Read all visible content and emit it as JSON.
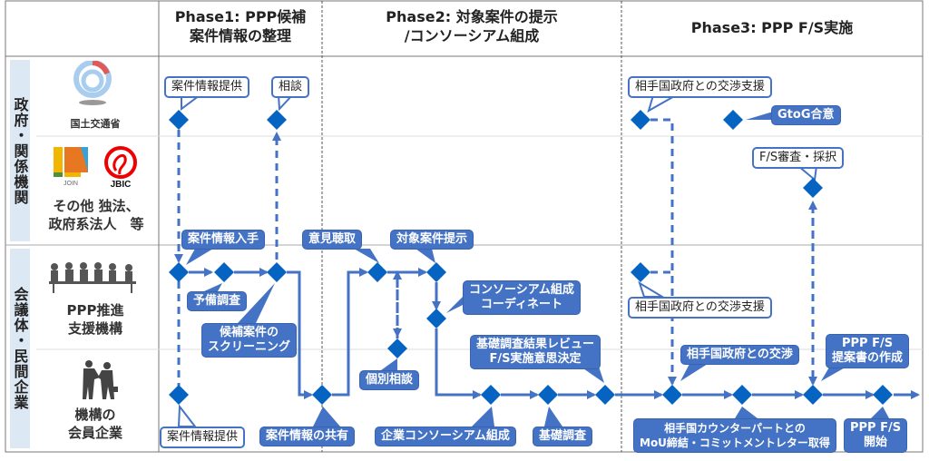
{
  "header": {
    "phase1": [
      "Phase1: PPP候補",
      "案件情報の整理"
    ],
    "phase2": [
      "Phase2: 対象案件の提示",
      "/コンソーシアム組成"
    ],
    "phase3": [
      "Phase3: PPP F/S実施"
    ]
  },
  "groups": {
    "government": "政府・関係機関",
    "private": "会議体・民間企業"
  },
  "actors": {
    "mlit": {
      "name": "国土交通省",
      "icon": "mlit-logo-icon"
    },
    "others": {
      "logos": [
        "JOIN",
        "JBIC"
      ],
      "name_lines": [
        "その他 独法、",
        "政府系法人　等"
      ]
    },
    "ppp": {
      "name_lines": [
        "PPP推進",
        "支援機構"
      ],
      "icon": "meeting-people-icon"
    },
    "members": {
      "name_lines": [
        "機構の",
        "会員企業"
      ],
      "icon": "handshake-icon"
    }
  },
  "callouts": {
    "c1": "案件情報提供",
    "c2": "相談",
    "c3": "相手国政府との交渉支援",
    "c4": "GtoG合意",
    "c5": "F/S審査・採択",
    "c6": "案件情報入手",
    "c7": "意見聴取",
    "c8": "対象案件提示",
    "c9": "予備調査",
    "c10": [
      "コンソーシアム組成",
      "コーディネート"
    ],
    "c11": "相手国政府との交渉支援",
    "c12": [
      "候補案件の",
      "スクリーニング"
    ],
    "c13": [
      "基礎調査結果レビュー",
      "F/S実施意思決定"
    ],
    "c14": "個別相談",
    "c15": "相手国政府との交渉",
    "c16": [
      "PPP F/S",
      "提案書の作成"
    ],
    "c17": "案件情報提供",
    "c18": "案件情報の共有",
    "c19": "企業コンソーシアム組成",
    "c20": "基礎調査",
    "c21": [
      "相手国カウンターパートとの",
      "MoU締結・コミットメントレター取得"
    ],
    "c22": [
      "PPP F/S",
      "開始"
    ]
  },
  "colors": {
    "accent": "#4472c4",
    "node": "#0563c1",
    "group_bg": "#dde8f5",
    "grid": "#d9d9d9"
  }
}
